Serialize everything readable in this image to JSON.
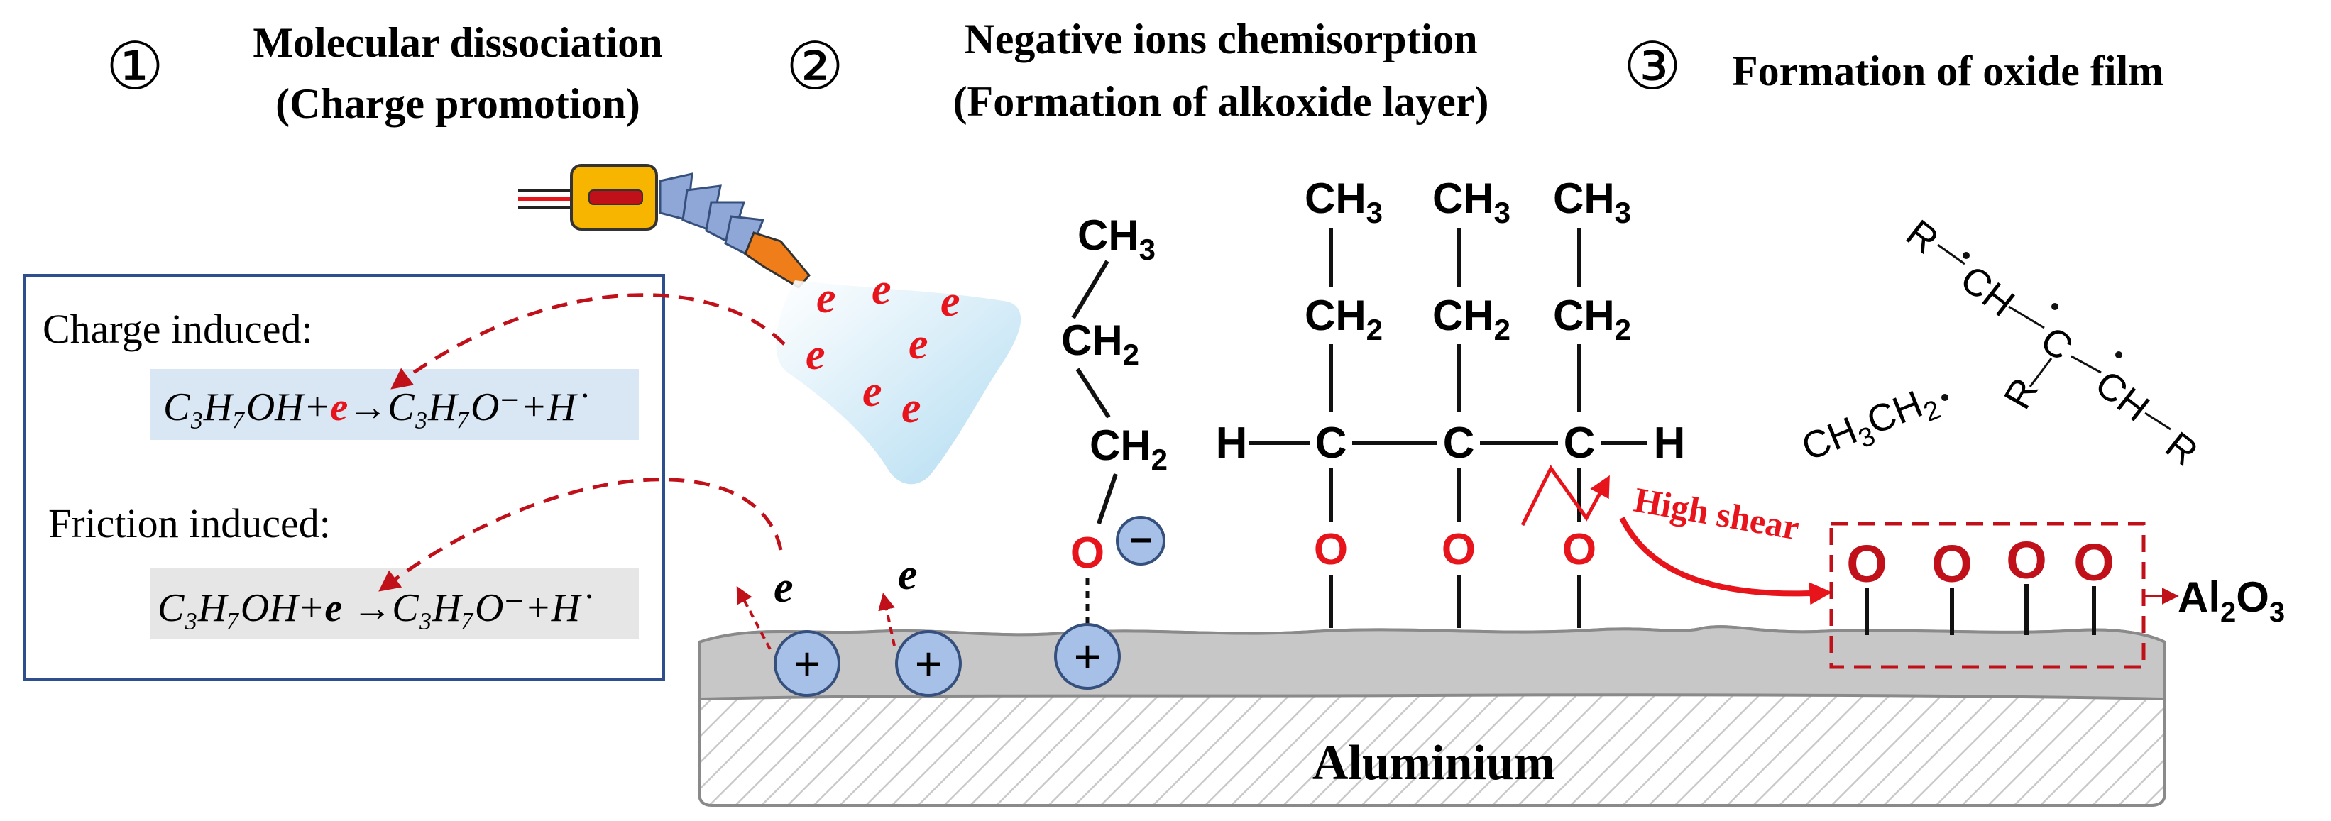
{
  "steps": [
    {
      "number": "①",
      "line1": "Molecular dissociation",
      "line2": "(Charge promotion)"
    },
    {
      "number": "②",
      "line1": "Negative ions chemisorption",
      "line2": "(Formation of alkoxide layer)"
    },
    {
      "number": "③",
      "line1": "Formation of oxide film",
      "line2": ""
    }
  ],
  "box": {
    "charge_label": "Charge induced:",
    "friction_label": "Friction induced:",
    "eq1": {
      "lhs": "C₃H₇OH+",
      "e": "e",
      "rhs": "→C₃H₇O⁻+H˙"
    },
    "eq2": {
      "lhs": "C₃H₇OH+",
      "e": "e",
      "rhs": " →C₃H₇O⁻+H˙"
    }
  },
  "electron": "e",
  "plus": "+",
  "minus": "−",
  "substrate": "Aluminium",
  "chain": {
    "ch3": "CH",
    "ch2": "CH",
    "sub3": "3",
    "sub2": "2",
    "o": "O"
  },
  "backbone": {
    "h": "H",
    "c": "C"
  },
  "shear_label": "High shear",
  "oxide_o": "O",
  "product": {
    "al": "Al",
    "sub_al": "2",
    "o": "O",
    "sub_o": "3"
  },
  "radicals": {
    "r": "R",
    "ch": "CH",
    "c": "C",
    "ethyl": "CH",
    "ethyl_sub3": "3",
    "ethyl_mid": "CH",
    "ethyl_sub2": "2"
  },
  "colors": {
    "red": "#e8141b",
    "dark_red": "#c0101a",
    "ion_blue": "#a7c0e8",
    "box_border": "#2f4e8c",
    "eq1_bg": "#d9e6f4",
    "eq2_bg": "#e6e6e6"
  }
}
